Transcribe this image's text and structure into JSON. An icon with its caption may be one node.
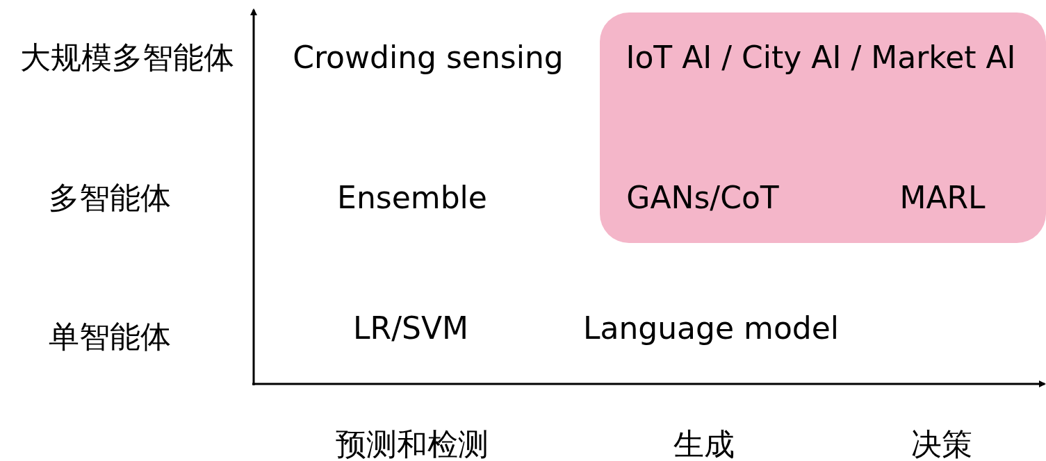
{
  "diagram": {
    "nodes": [
      {
        "text": [
          "IoT AI / City AI / Market AI",
          "GANs/CoT",
          "MARL"
        ]
      }
    ],
    "labels": [
      "大规模多智能体",
      "Crowding sensing",
      "多智能体",
      "Ensemble",
      "单智能体",
      "LR/SVM",
      "Language model",
      "预测和检测",
      "生成",
      "决策"
    ]
  }
}
